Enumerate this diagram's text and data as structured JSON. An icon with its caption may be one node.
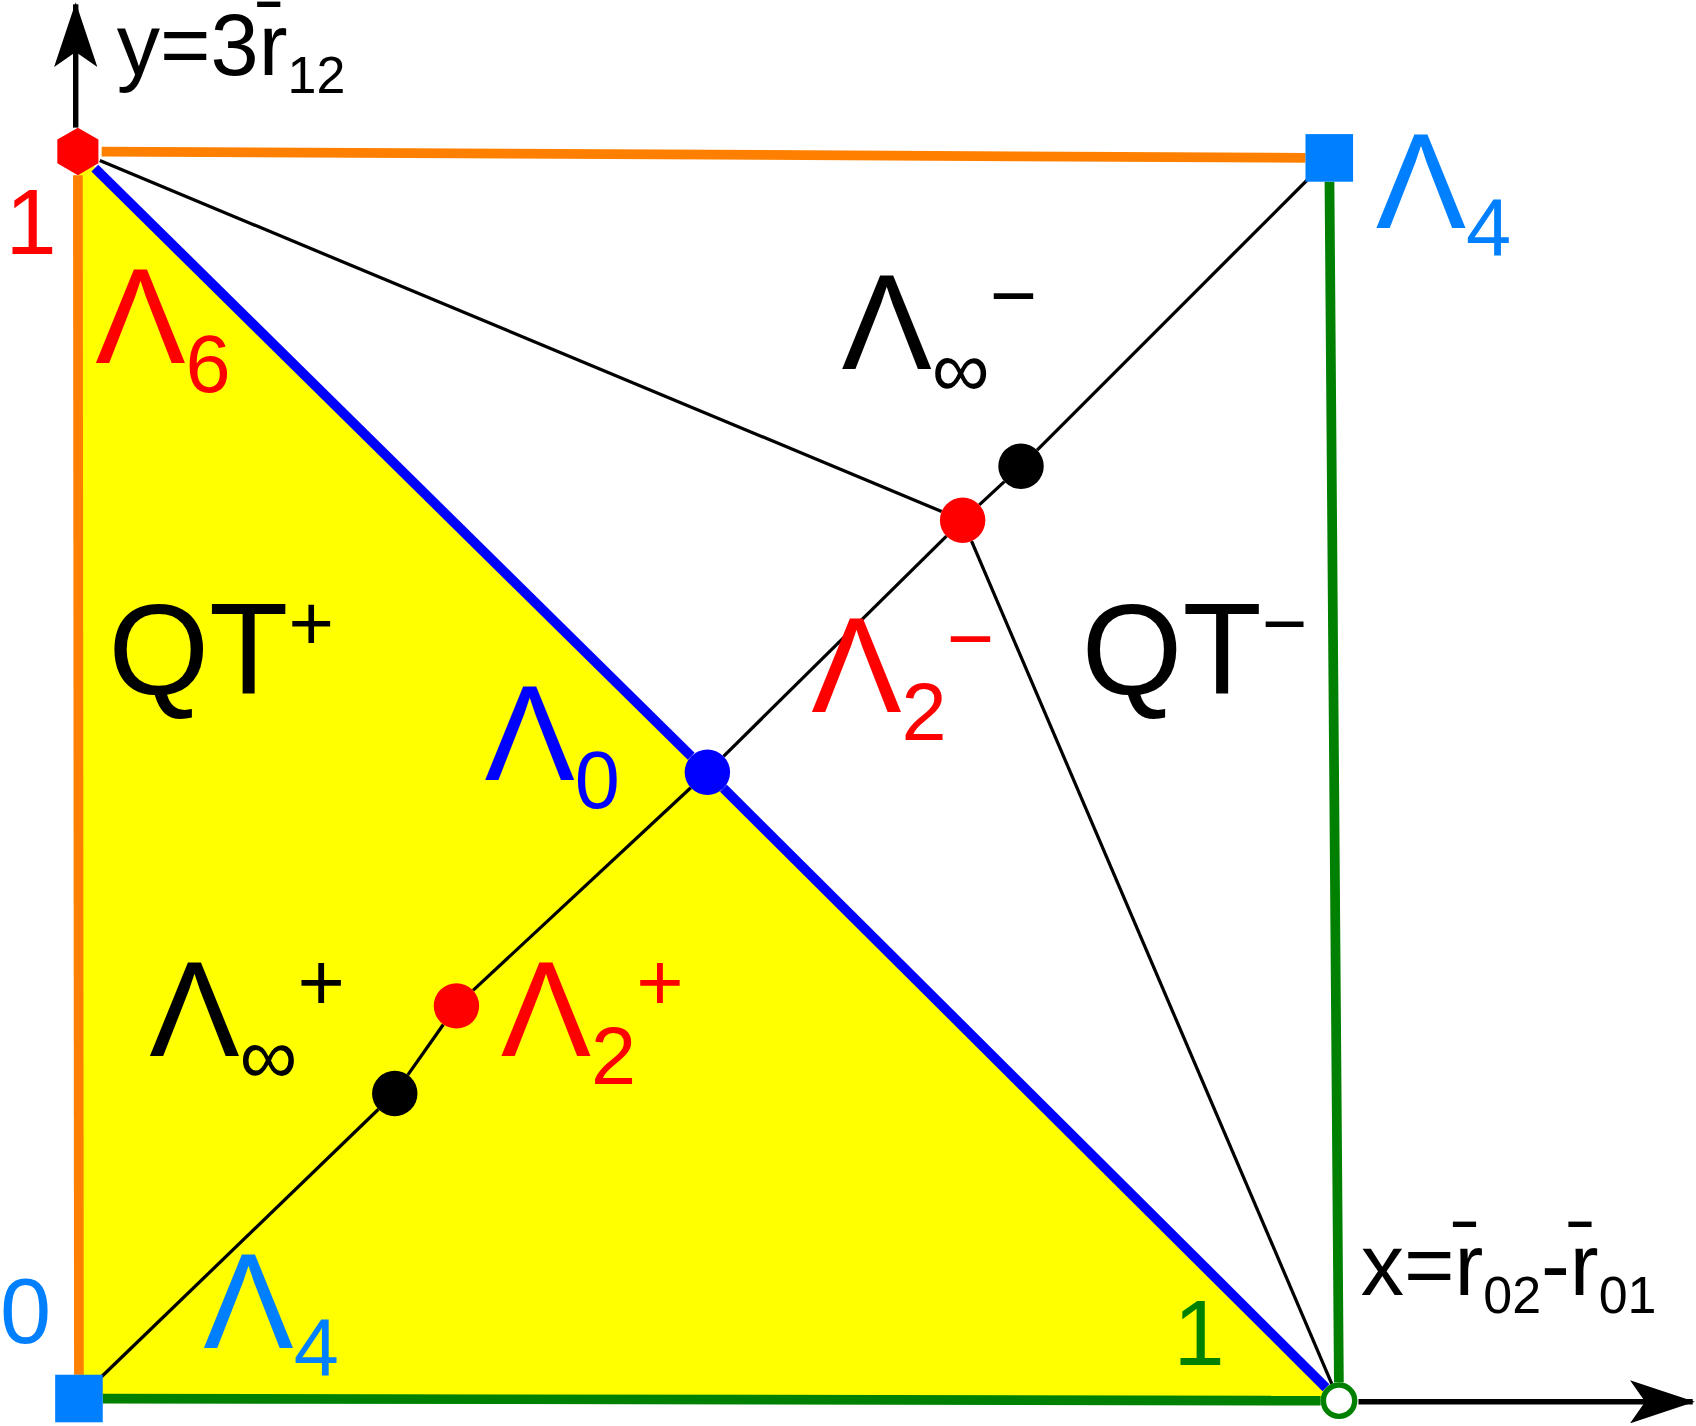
{
  "diagram": {
    "nodes": [
      {
        "text": [],
        "shape": "hexagon",
        "beside": [
          "1"
        ]
      },
      {
        "text": [],
        "shape": "box",
        "beside": [
          "Λ$_{4}$"
        ]
      },
      {
        "text": [],
        "shape": "circle",
        "beside": [
          "Λ$_{∞}$$^{−}$"
        ]
      },
      {
        "text": [],
        "shape": "circle",
        "beside": [
          "Λ$_{2}$$^{−}$"
        ]
      },
      {
        "text": [],
        "shape": "circle",
        "beside": [
          "Λ$_{0}$"
        ]
      },
      {
        "text": [],
        "shape": "circle",
        "beside": [
          "Λ$_{2}$$^{+}$"
        ]
      },
      {
        "text": [],
        "shape": "circle",
        "beside": [
          "Λ$_{∞}$$^{+}$"
        ]
      },
      {
        "text": [],
        "shape": "box",
        "beside": [
          "0",
          "Λ$_{4}$"
        ]
      },
      {
        "text": [],
        "shape": "circle",
        "beside": [
          "1"
        ]
      }
    ],
    "edges": [
      {
        "from": 0,
        "to": 1,
        "arrow": "none",
        "style": "thick",
        "color": "#ff8000"
      },
      {
        "from": 7,
        "to": 0,
        "arrow": "none",
        "style": "thick",
        "color": "#ff8000"
      },
      {
        "from": 7,
        "to": 8,
        "arrow": "none",
        "style": "thick",
        "color": "#008000"
      },
      {
        "from": 8,
        "to": 1,
        "arrow": "none",
        "style": "thick",
        "color": "#008000"
      },
      {
        "from": 0,
        "to": 4,
        "arrow": "none",
        "style": "thick",
        "color": "#0000ff"
      },
      {
        "from": 4,
        "to": 8,
        "arrow": "none",
        "style": "thick",
        "color": "#0000ff"
      },
      {
        "from": 7,
        "to": 6,
        "arrow": "none"
      },
      {
        "from": 6,
        "to": 5,
        "arrow": "none"
      },
      {
        "from": 5,
        "to": 4,
        "arrow": "none"
      },
      {
        "from": 4,
        "to": 3,
        "arrow": "none"
      },
      {
        "from": 3,
        "to": 2,
        "arrow": "none"
      },
      {
        "from": 2,
        "to": 1,
        "arrow": "none"
      },
      {
        "from": 0,
        "to": 3,
        "arrow": "none"
      },
      {
        "from": 3,
        "to": 8,
        "arrow": "none"
      }
    ],
    "labels": [
      "y=3r̄$_{12}$",
      "Λ$_{6}$",
      "QT$^{+}$",
      "QT$^{−}$",
      "x=r̄$_{02}$-r̄$_{01}$"
    ]
  }
}
